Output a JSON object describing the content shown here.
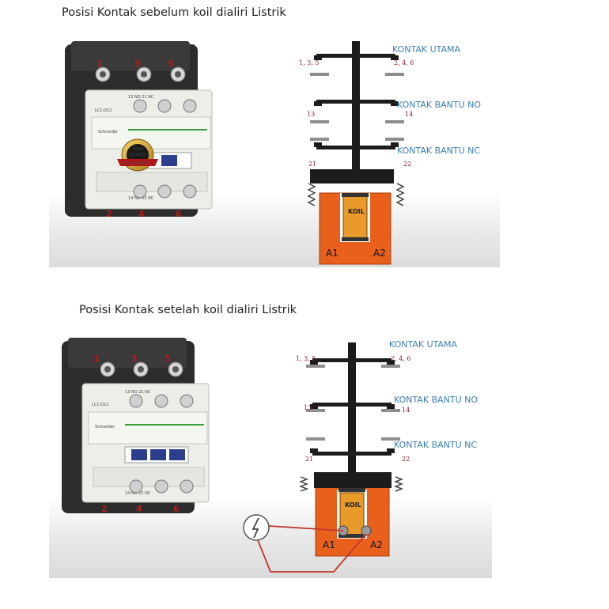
{
  "top": {
    "caption": "Posisi Kontak sebelum koil dialiri Listrik",
    "kontak_utama": "KONTAK UTAMA",
    "kontak_bantu_no": "KONTAK BANTU NO",
    "kontak_bantu_nc": "KONTAK BANTU NC",
    "pins_left": "1, 3, 5",
    "pins_right": "2, 4, 6",
    "pin_13": "13",
    "pin_14": "14",
    "pin_21": "21",
    "pin_22": "22",
    "coil": "KOIL",
    "a1": "A1",
    "a2": "A2",
    "photo": {
      "top_terminals": [
        "1",
        "3",
        "5"
      ],
      "bottom_terminals": [
        "2",
        "4",
        "6"
      ],
      "model": "LC1-D12",
      "brand": "Schneider",
      "aux_top": "13  NO  21  NC",
      "aux_bottom": "14  NO  22  NC",
      "badge_line1": "HIGH",
      "badge_line2": "QUALITY",
      "badge_line3": "GUARANTEED"
    }
  },
  "bottom": {
    "caption": "Posisi Kontak setelah koil dialiri Listrik",
    "kontak_utama": "KONTAK UTAMA",
    "kontak_bantu_no": "KONTAK BANTU NO",
    "kontak_bantu_nc": "KONTAK BANTU NC",
    "pins_left": "1, 3, 5",
    "pins_right": "2, 4, 6",
    "pin_13": "13",
    "pin_14": "14",
    "pin_21": "21",
    "pin_22": "22",
    "coil": "KOIL",
    "a1": "A1",
    "a2": "A2",
    "photo": {
      "top_terminals": [
        "1",
        "3",
        "5"
      ],
      "bottom_terminals": [
        "2",
        "4",
        "6"
      ],
      "model": "LC1-D12",
      "brand": "Schneider",
      "aux_top": "13  NO  21  NC",
      "aux_bottom": "14  NO  22  NC"
    }
  },
  "colors": {
    "coil_body": "#e8601c",
    "coil_inner": "#e89a2a",
    "contact": "#222222",
    "label_blue": "#3a7fb5",
    "terminal_red": "#b31b1b",
    "wire_red": "#c0392b"
  }
}
